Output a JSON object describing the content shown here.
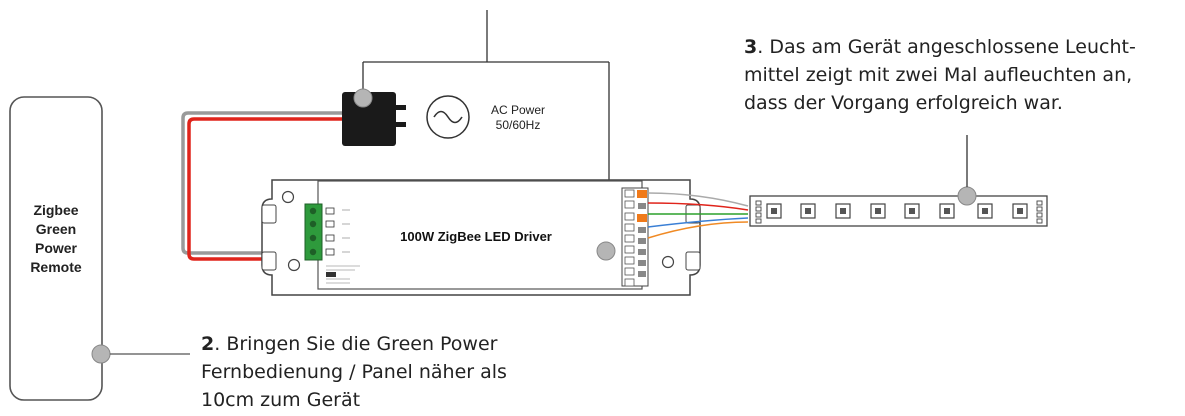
{
  "remote": {
    "line1": "Zigbee",
    "line2": "Green",
    "line3": "Power",
    "line4": "Remote"
  },
  "power": {
    "line1": "AC Power",
    "line2": "50/60Hz"
  },
  "driver": {
    "title": "100W ZigBee LED Driver"
  },
  "callout_3": {
    "number": "3",
    "text": ". Das am Gerät angeschlossene Leucht-",
    "line2": "mittel zeigt mit zwei Mal aufleuchten an,",
    "line3": "dass der Vorgang erfolgreich war."
  },
  "callout_2": {
    "number": "2",
    "text": ". Bringen Sie die Green Power",
    "line2": "Fernbedienung / Panel näher als",
    "line3": "10cm zum Gerät"
  },
  "colors": {
    "wire_red": "#e0241b",
    "wire_grey": "#9a9a9a",
    "wire_green": "#2ca02c",
    "wire_blue": "#3a7fd5",
    "wire_orange": "#f08a24",
    "terminal_green": "#2e9a3c",
    "terminal_orange": "#f07a1a"
  }
}
